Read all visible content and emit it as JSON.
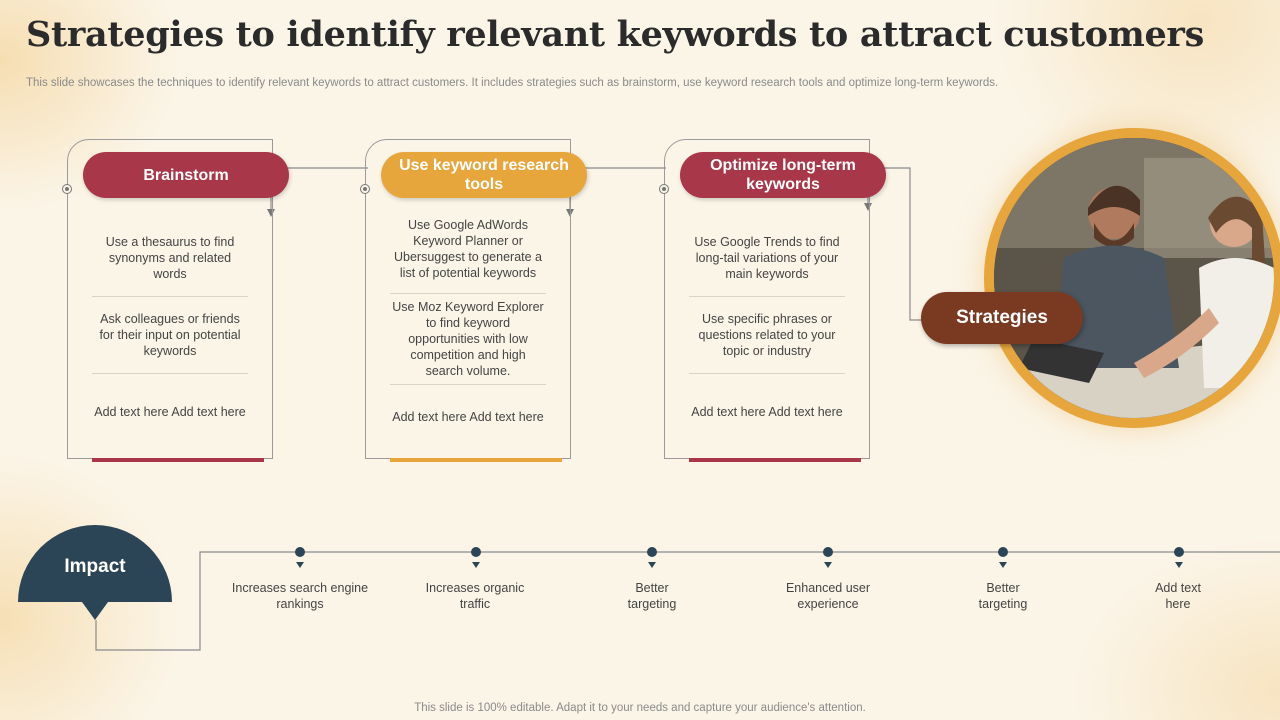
{
  "title": "Strategies to identify relevant keywords to attract customers",
  "subtitle": "This slide showcases the techniques to identify relevant keywords to attract customers. It includes strategies such as brainstorm, use keyword research tools and optimize long-term keywords.",
  "colors": {
    "crimson": "#a8374a",
    "gold": "#e6a63c",
    "brown": "#7a3a22",
    "navy": "#2c4556"
  },
  "strategies_label": "Strategies",
  "cards": [
    {
      "heading": "Brainstorm",
      "items": [
        "Use a thesaurus to find synonyms and related words",
        "Ask colleagues or friends for their input on potential keywords",
        "Add text here Add text here"
      ]
    },
    {
      "heading": "Use keyword research tools",
      "items": [
        "Use Google AdWords Keyword Planner or Ubersuggest to generate a list of potential keywords",
        "Use Moz Keyword Explorer to find keyword opportunities with low competition and high search volume.",
        "Add text here Add text here"
      ]
    },
    {
      "heading": "Optimize long-term keywords",
      "items": [
        "Use Google Trends to find long-tail variations of your main keywords",
        "Use specific phrases or questions related to your topic or industry",
        "Add text here Add text here"
      ]
    }
  ],
  "impact": {
    "label": "Impact",
    "items": [
      "Increases search engine rankings",
      "Increases organic traffic",
      "Better targeting",
      "Enhanced user experience",
      "Better targeting",
      "Add text here"
    ]
  },
  "footer": "This slide is 100% editable. Adapt it to your needs and capture your audience's attention."
}
